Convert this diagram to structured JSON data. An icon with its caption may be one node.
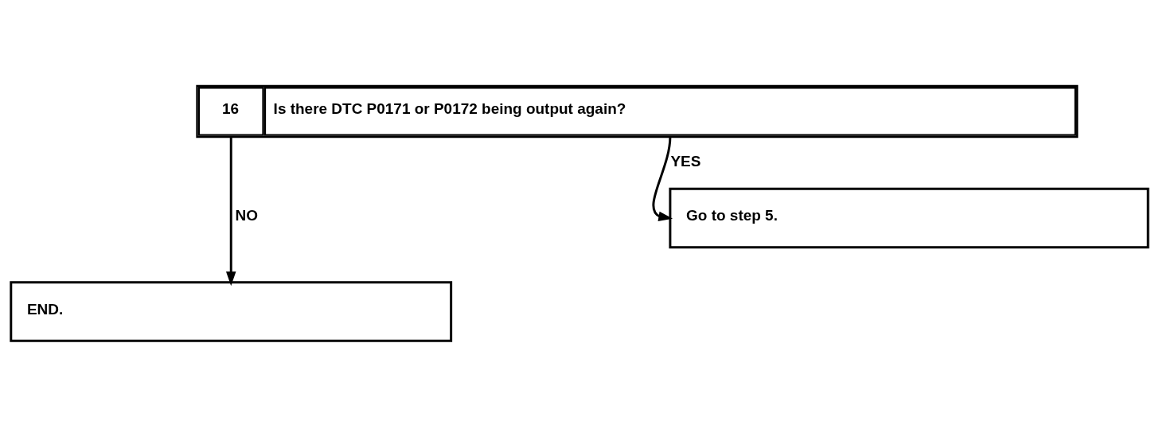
{
  "diagram": {
    "nodes": [
      {
        "text": [
          "16",
          "Is there DTC P0171 or P0172 being output again?"
        ]
      },
      {
        "text": [
          "Go to step 5."
        ]
      },
      {
        "text": [
          "END."
        ]
      }
    ],
    "edges": [
      {
        "from": 0,
        "to": 1,
        "arrow": "to",
        "label": "YES"
      },
      {
        "from": 0,
        "to": 2,
        "arrow": "to",
        "label": "NO"
      }
    ]
  }
}
